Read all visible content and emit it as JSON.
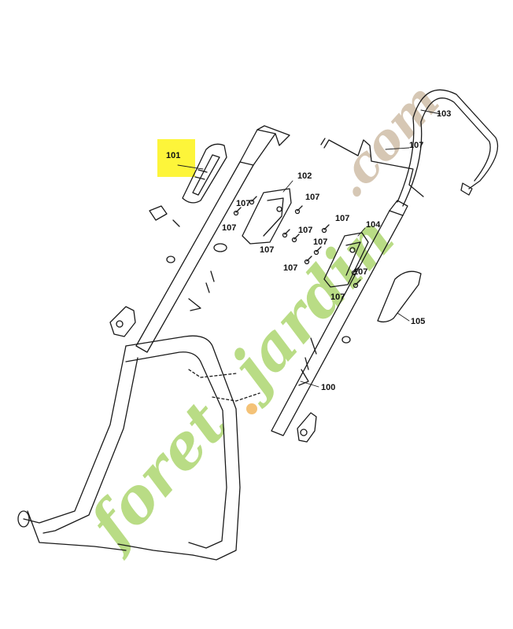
{
  "diagram": {
    "callouts": {
      "c100": "100",
      "c101": "101",
      "c102": "102",
      "c103": "103",
      "c104": "104",
      "c105": "105",
      "c107": "107"
    },
    "highlight_color": "#fdf53a",
    "line_color": "#1a1a1a"
  },
  "watermark": {
    "part1": "foret",
    "part2": "jardin",
    "part3": ".com",
    "colors": {
      "green": "#b9dc85",
      "orange": "#f4c277",
      "brown": "#d6c7b4"
    }
  }
}
